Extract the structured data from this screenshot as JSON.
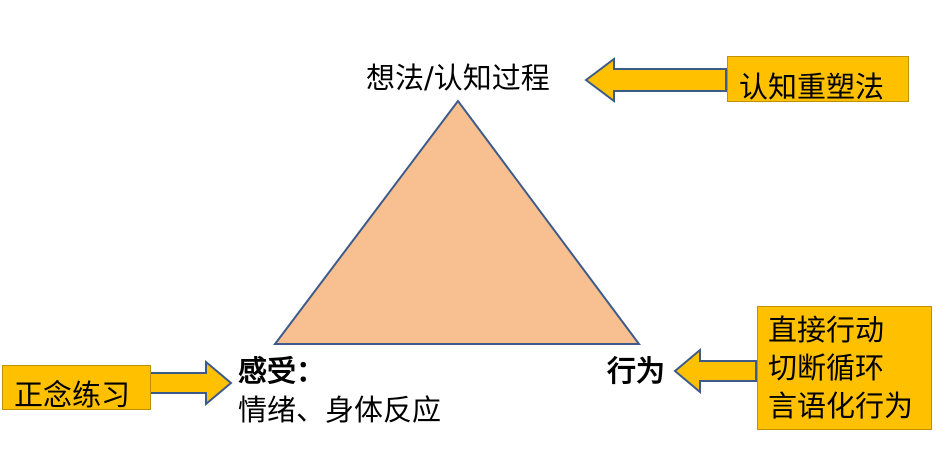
{
  "colors": {
    "triangle_fill": "#f8c090",
    "triangle_stroke": "#3c5a8a",
    "box_fill": "#ffc000",
    "arrow_fill": "#ffc000",
    "arrow_stroke": "#3c5a8a"
  },
  "vertices": {
    "top": {
      "label": "想法/认知过程"
    },
    "bottom_left": {
      "label": "感受：",
      "sublabel": "情绪、身体反应"
    },
    "bottom_right": {
      "label": "行为"
    }
  },
  "interventions": {
    "cognitive": {
      "lines": [
        "认知重塑法"
      ]
    },
    "mindfulness": {
      "lines": [
        "正念练习"
      ]
    },
    "behavioral": {
      "lines": [
        "直接行动",
        "切断循环",
        "言语化行为"
      ]
    }
  }
}
